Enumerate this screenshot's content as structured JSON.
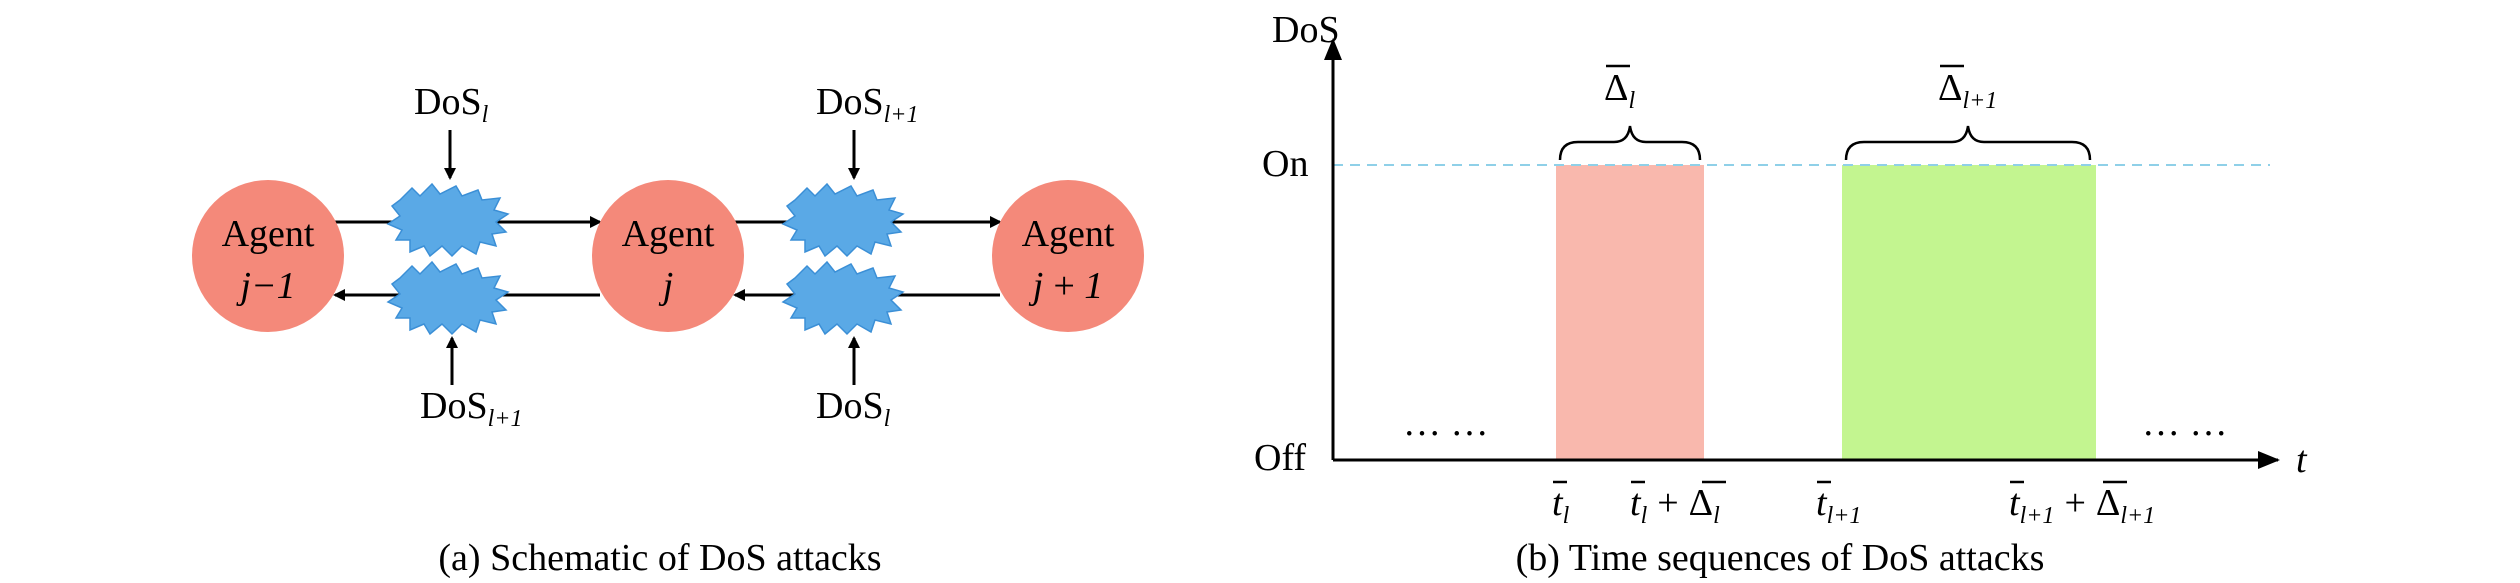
{
  "schematic": {
    "caption": "(a) Schematic of DoS attacks",
    "agents": [
      {
        "line1": "Agent",
        "line2": "j−1"
      },
      {
        "line1": "Agent",
        "line2": "j"
      },
      {
        "line1": "Agent",
        "line2": "j + 1"
      }
    ],
    "dos_labels": {
      "top_left": {
        "base": "DoS",
        "sub": "l"
      },
      "top_right": {
        "base": "DoS",
        "sub": "l+1"
      },
      "bottom_left": {
        "base": "DoS",
        "sub": "l+1"
      },
      "bottom_right": {
        "base": "DoS",
        "sub": "l"
      }
    },
    "colors": {
      "agent": "#f4897a",
      "burst": "#5aa9e6",
      "burst_edge": "#3b8fd6"
    }
  },
  "timeline": {
    "caption": "(b) Time sequences of DoS attacks",
    "y_axis_label": "DoS",
    "x_axis_label": "t",
    "on_label": "On",
    "off_label": "Off",
    "ellipsis": "… …",
    "intervals": [
      {
        "brace_base": "Δ",
        "brace_sub": "l",
        "start_label": {
          "base": "t",
          "sub": "l"
        },
        "end_label": {
          "base": "t",
          "sub": "l",
          "plus": "+",
          "delta": "Δ",
          "delta_sub": "l"
        },
        "color": "#f9b8ad"
      },
      {
        "brace_base": "Δ",
        "brace_sub": "l+1",
        "start_label": {
          "base": "t",
          "sub": "l+1"
        },
        "end_label": {
          "base": "t",
          "sub": "l+1",
          "plus": "+",
          "delta": "Δ",
          "delta_sub": "l+1"
        },
        "color": "#c3f590"
      }
    ],
    "colors": {
      "on_line": "#8fd0e8"
    }
  }
}
